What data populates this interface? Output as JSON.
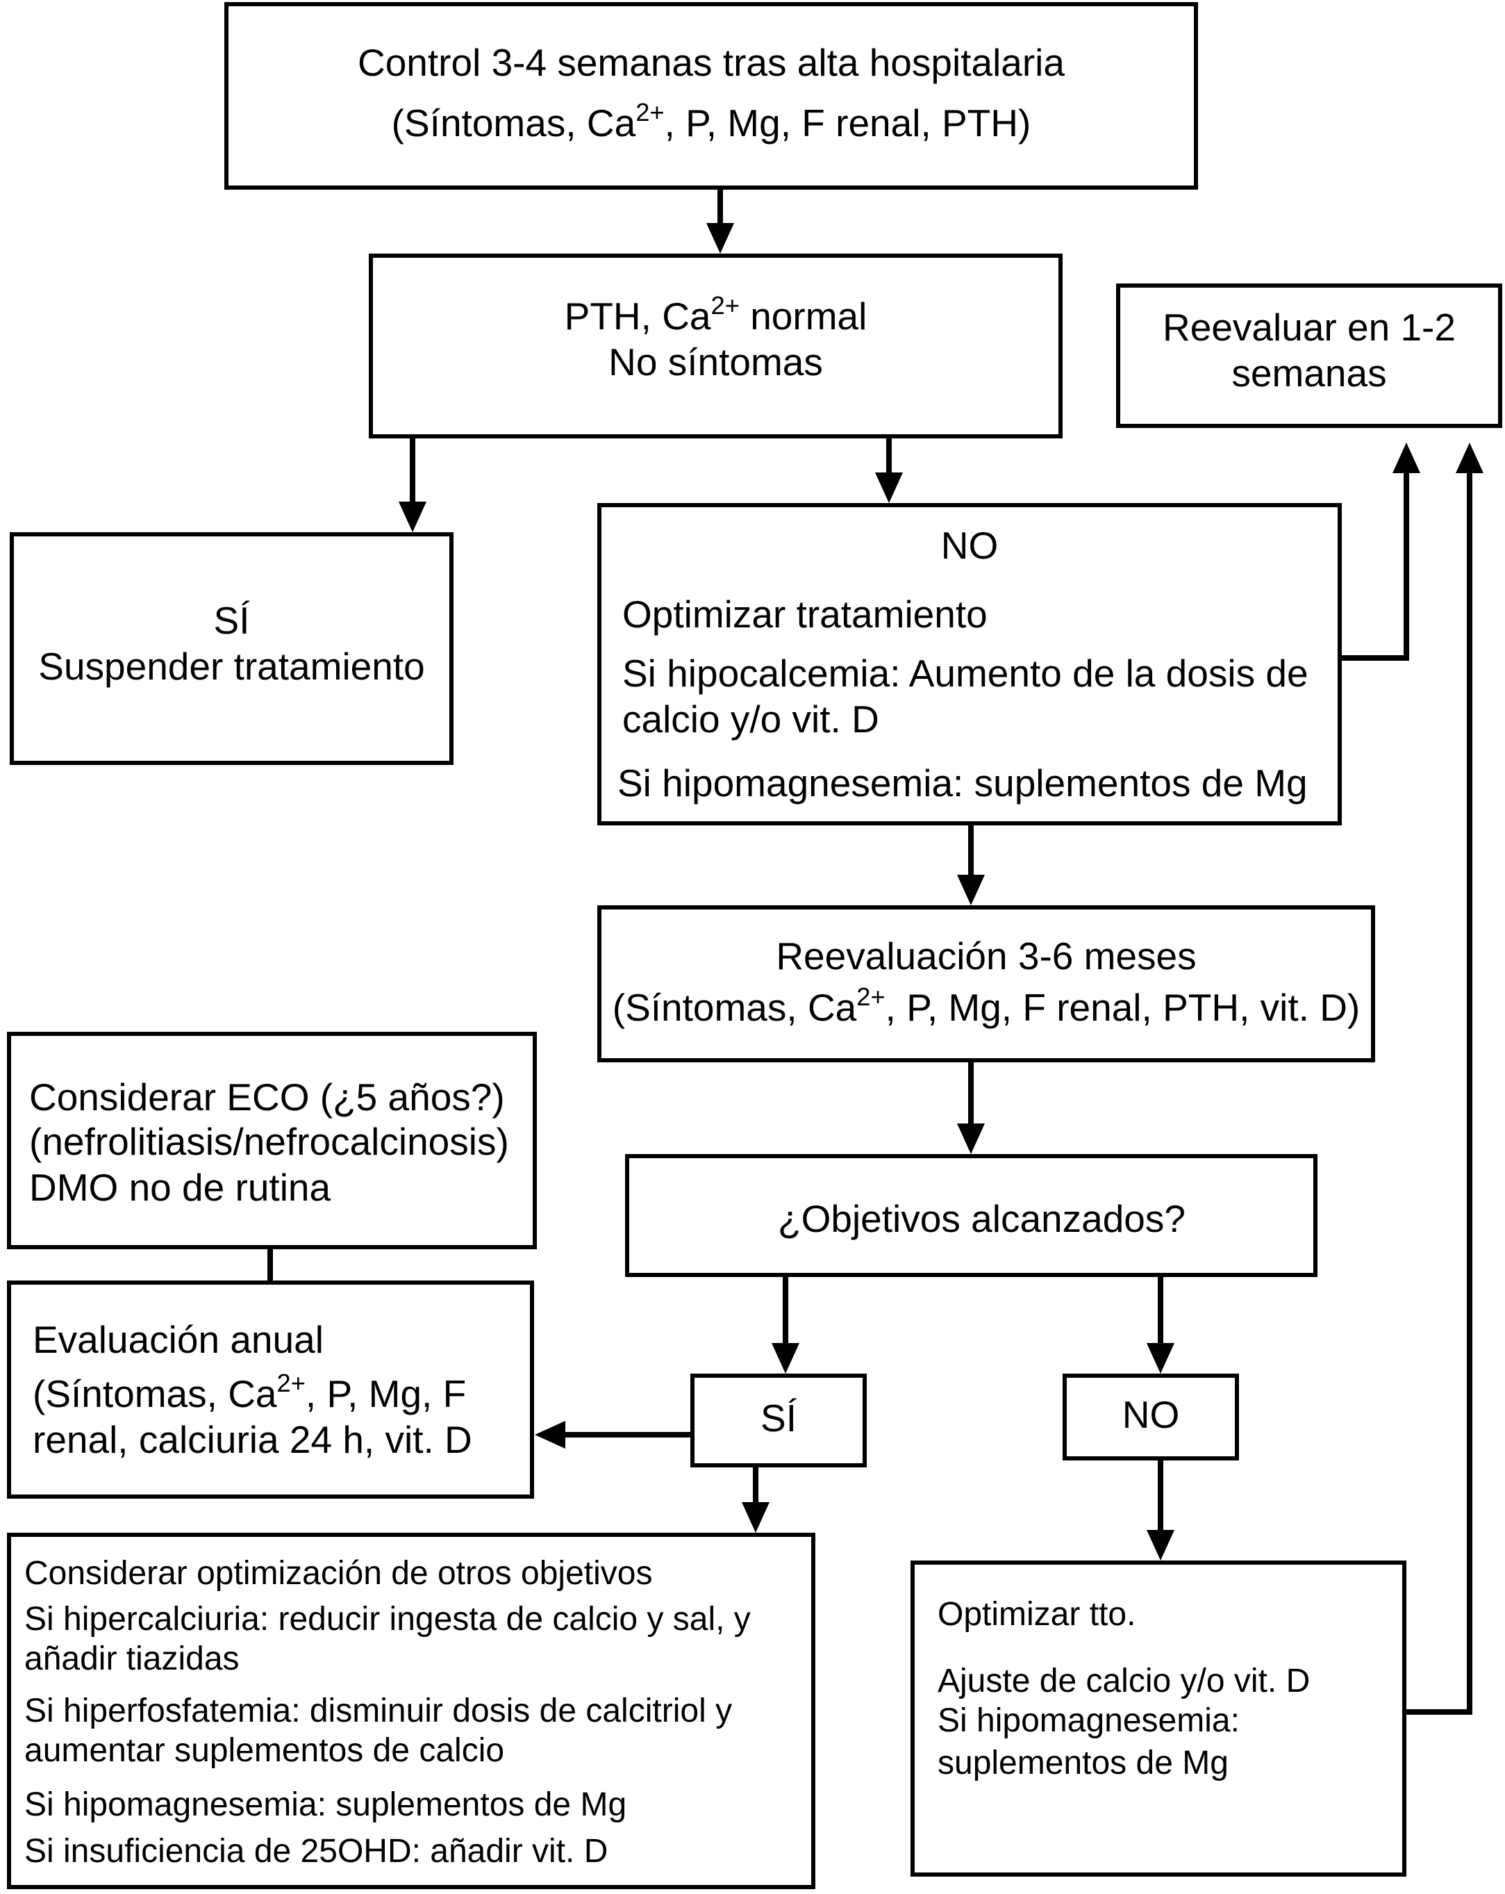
{
  "diagram": {
    "boxes": {
      "control": {
        "line1": "Control 3-4 semanas tras alta hospitalaria",
        "line2_pre": "(Síntomas, Ca",
        "line2_sup": "2+",
        "line2_post": ", P, Mg, F renal, PTH)"
      },
      "pth_check": {
        "line1_pre": "PTH, Ca",
        "line1_sup": "2+",
        "line1_post": " normal",
        "line2": "No síntomas"
      },
      "reevaluar": {
        "line1": "Reevaluar en 1-2",
        "line2": "semanas"
      },
      "si_suspender": {
        "line1": "SÍ",
        "line2": "Suspender tratamiento"
      },
      "no_optimizar": {
        "heading": "NO",
        "line1": "Optimizar tratamiento",
        "line2": "Si hipocalcemia: Aumento de la dosis de",
        "line3": "calcio y/o vit. D",
        "line4": "Si hipomagnesemia: suplementos de Mg"
      },
      "reevaluacion": {
        "line1": "Reevaluación 3-6 meses",
        "line2_pre": "(Síntomas, Ca",
        "line2_sup": "2+",
        "line2_post": ", P, Mg, F renal, PTH, vit. D)"
      },
      "considerar_eco": {
        "line1": "Considerar ECO (¿5 años?)",
        "line2": "(nefrolitiasis/nefrocalcinosis)",
        "line3": "DMO no de rutina"
      },
      "objetivos": {
        "line1": "¿Objetivos alcanzados?"
      },
      "evaluacion_anual": {
        "line1": "Evaluación anual",
        "line2_pre": "(Síntomas, Ca",
        "line2_sup": "2+",
        "line2_post": ", P, Mg, F",
        "line3": "renal, calciuria 24 h, vit. D"
      },
      "si": {
        "label": "SÍ"
      },
      "no": {
        "label": "NO"
      },
      "otros_objetivos": {
        "lines": [
          "Considerar optimización de otros objetivos",
          "Si hipercalciuria: reducir ingesta de calcio y sal, y",
          "añadir tiazidas",
          "Si hiperfosfatemia: disminuir dosis de calcitriol y",
          "aumentar suplementos de calcio",
          "Si hipomagnesemia: suplementos de Mg",
          "Si insuficiencia de 25OHD: añadir vit. D"
        ]
      },
      "optimizar_tto": {
        "line1": "Optimizar tto.",
        "line2": "Ajuste de calcio y/o vit. D",
        "line3": "Si hipomagnesemia:",
        "line4": "suplementos de Mg"
      }
    },
    "colors": {
      "stroke": "#000000",
      "fill": "#ffffff"
    }
  }
}
